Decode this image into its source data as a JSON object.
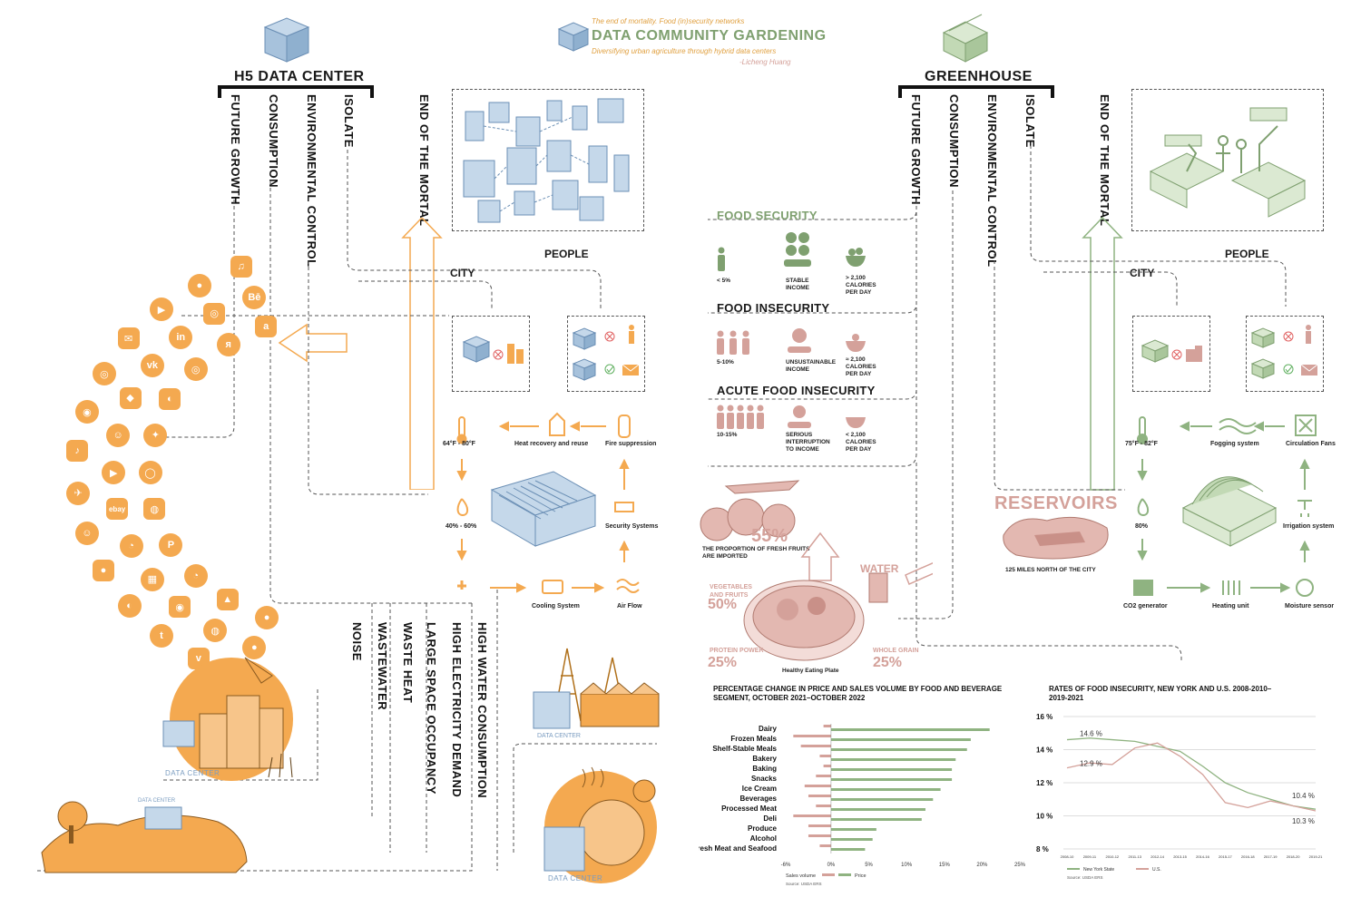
{
  "title": {
    "kicker": "The end of mortality. Food (in)security networks",
    "main": "DATA COMMUNITY GARDENING",
    "subtitle": "Diversifying urban agriculture through hybrid data centers",
    "author": "-Licheng Huang"
  },
  "colors": {
    "orange": "#f4a950",
    "blue": "#a7c2dc",
    "green": "#a9c69b",
    "pink": "#d4a19a",
    "dark": "#111111"
  },
  "left": {
    "header": "H5 DATA CENTER",
    "branches": [
      "FUTURE GROWTH",
      "CONSUMPTION",
      "ENVIRONMENTAL CONTROL",
      "ISOLATE"
    ],
    "end_mortal": "END OF THE MORTAL",
    "people": "PEOPLE",
    "city": "CITY",
    "cycle": {
      "temp": "64°F - 80°F",
      "humidity": "40% - 60%",
      "heat_recovery": "Heat recovery and reuse",
      "fire": "Fire suppression",
      "security": "Security Systems",
      "cooling": "Cooling System",
      "airflow": "Air Flow"
    },
    "impacts": [
      "NOISE",
      "WASTEWATER",
      "WASTE HEAT",
      "LARGE SPACE OCCUPANCY",
      "HIGH ELECTRICITY DEMAND",
      "HIGH WATER CONSUMPTION"
    ],
    "dc_label": "DATA CENTER",
    "app_icons": [
      "♫",
      "●",
      "▶",
      "✉",
      "◎",
      "◉",
      "♪",
      "✈",
      "☺",
      "●",
      "◐",
      "t",
      "v",
      "♨",
      "Bē",
      "◎",
      "in",
      "vk",
      "◆",
      "☺",
      "▶",
      "ebay",
      "◔",
      "▦",
      "◉",
      "◍",
      "●",
      "a",
      "я",
      "◎",
      "◐",
      "✦",
      "◯",
      "◍",
      "P",
      "◔",
      "▲",
      "●"
    ]
  },
  "right": {
    "header": "GREENHOUSE",
    "branches": [
      "FUTURE GROWTH",
      "CONSUMPTION",
      "ENVIRONMENTAL CONTROL",
      "ISOLATE"
    ],
    "end_mortal": "END OF THE MORTAL",
    "people": "PEOPLE",
    "city": "CITY",
    "cycle": {
      "temp": "75°F - 82°F",
      "humidity": "80%",
      "fogging": "Fogging system",
      "fans": "Circulation Fans",
      "irrigation": "Irrigation system",
      "co2": "CO2 generator",
      "heating": "Heating unit",
      "moisture": "Moisture sensor"
    }
  },
  "food": {
    "security": {
      "title": "FOOD SECURITY",
      "share": "< 5%",
      "income": "STABLE INCOME",
      "calories": "> 2,100 CALORIES PER DAY"
    },
    "insecurity": {
      "title": "FOOD INSECURITY",
      "share": "5-10%",
      "income": "UNSUSTAINABLE INCOME",
      "calories": "≈ 2,100 CALORIES PER DAY"
    },
    "acute": {
      "title": "ACUTE FOOD INSECURITY",
      "share": "10-15%",
      "income": "SERIOUS INTERRUPTION TO INCOME",
      "calories": "< 2,100 CALORIES PER DAY"
    },
    "imported_pct": "55%",
    "imported_label": "THE PROPORTION OF FRESH FRUITS ARE IMPORTED",
    "water": "WATER",
    "reservoirs": "RESERVOIRS",
    "reservoirs_loc": "125 MILES NORTH OF THE CITY",
    "veg_label": "VEGETABLES AND FRUITS",
    "veg_pct": "50%",
    "protein_label": "PROTEIN POWER",
    "protein_pct": "25%",
    "grain_label": "WHOLE GRAIN",
    "grain_pct": "25%",
    "plate": "Healthy Eating Plate"
  },
  "chart_data": [
    {
      "type": "bar",
      "title": "PERCENTAGE CHANGE IN PRICE AND SALES VOLUME BY FOOD AND BEVERAGE SEGMENT, OCTOBER 2021–OCTOBER 2022",
      "categories": [
        "Dairy",
        "Frozen Meals",
        "Shelf-Stable Meals",
        "Bakery",
        "Baking",
        "Snacks",
        "Ice Cream",
        "Beverages",
        "Processed Meat",
        "Deli",
        "Produce",
        "Alcohol",
        "Fresh Meat and Seafood"
      ],
      "series": [
        {
          "name": "Sales volume",
          "values": [
            -1,
            -5,
            -4,
            -1.5,
            -1,
            -2,
            -3.5,
            -3,
            -2,
            -5,
            -3,
            -3,
            -1.5
          ]
        },
        {
          "name": "Price",
          "values": [
            21,
            18.5,
            18,
            16.5,
            16,
            16,
            14.5,
            13.5,
            12.5,
            12,
            6,
            5.5,
            4.5
          ]
        }
      ],
      "xlim": [
        -6,
        25
      ],
      "xticks": [
        "-6%",
        "0%",
        "5%",
        "10%",
        "15%",
        "20%",
        "25%"
      ],
      "source": "Source: USDA ERS",
      "colors": [
        "#d4a19a",
        "#8fb381"
      ]
    },
    {
      "type": "line",
      "title": "RATES OF FOOD INSECURITY, NEW YORK AND U.S. 2008-2010–2019-2021",
      "x": [
        "2008-10",
        "2009-11",
        "2010-12",
        "2011-13",
        "2012-14",
        "2013-15",
        "2014-16",
        "2015-17",
        "2016-18",
        "2017-19",
        "2018-20",
        "2019-21"
      ],
      "series": [
        {
          "name": "New York State",
          "values": [
            14.6,
            14.7,
            14.6,
            14.5,
            14.2,
            13.9,
            13.0,
            12.0,
            11.4,
            11.0,
            10.6,
            10.4
          ]
        },
        {
          "name": "U.S.",
          "values": [
            12.9,
            13.2,
            13.1,
            14.1,
            14.4,
            13.6,
            12.5,
            10.8,
            10.5,
            10.9,
            10.6,
            10.3
          ]
        }
      ],
      "ylim": [
        8,
        16
      ],
      "yticks": [
        "8 %",
        "10 %",
        "12 %",
        "14 %",
        "16 %"
      ],
      "labels": {
        "ny_start": "14.6 %",
        "us_start": "12.9 %",
        "ny_end": "10.4 %",
        "us_end": "10.3 %"
      },
      "source": "Source: USDA ERS",
      "colors": [
        "#8fb381",
        "#d4a19a"
      ]
    }
  ]
}
